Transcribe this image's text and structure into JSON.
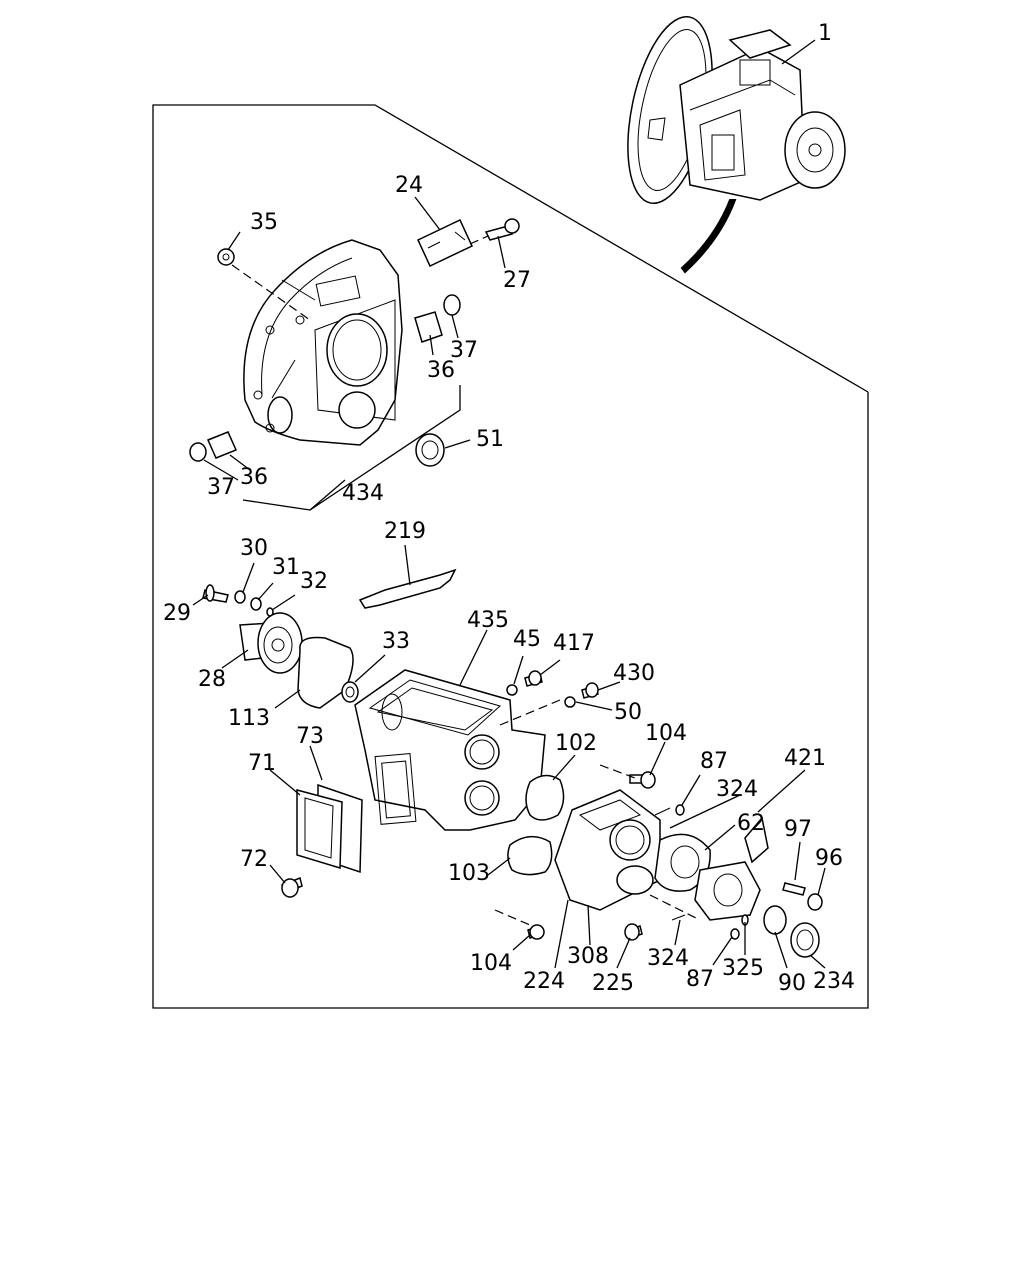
{
  "diagram": {
    "callouts": [
      {
        "id": "c1",
        "text": "1"
      },
      {
        "id": "c24",
        "text": "24"
      },
      {
        "id": "c35",
        "text": "35"
      },
      {
        "id": "c27",
        "text": "27"
      },
      {
        "id": "c37a",
        "text": "37"
      },
      {
        "id": "c36a",
        "text": "36"
      },
      {
        "id": "c51",
        "text": "51"
      },
      {
        "id": "c37b",
        "text": "37"
      },
      {
        "id": "c36b",
        "text": "36"
      },
      {
        "id": "c434",
        "text": "434"
      },
      {
        "id": "c219",
        "text": "219"
      },
      {
        "id": "c30",
        "text": "30"
      },
      {
        "id": "c31",
        "text": "31"
      },
      {
        "id": "c32",
        "text": "32"
      },
      {
        "id": "c29",
        "text": "29"
      },
      {
        "id": "c28",
        "text": "28"
      },
      {
        "id": "c33",
        "text": "33"
      },
      {
        "id": "c113",
        "text": "113"
      },
      {
        "id": "c435",
        "text": "435"
      },
      {
        "id": "c45",
        "text": "45"
      },
      {
        "id": "c417",
        "text": "417"
      },
      {
        "id": "c430",
        "text": "430"
      },
      {
        "id": "c50",
        "text": "50"
      },
      {
        "id": "c73",
        "text": "73"
      },
      {
        "id": "c71",
        "text": "71"
      },
      {
        "id": "c72",
        "text": "72"
      },
      {
        "id": "c102",
        "text": "102"
      },
      {
        "id": "c104a",
        "text": "104"
      },
      {
        "id": "c87a",
        "text": "87"
      },
      {
        "id": "c324a",
        "text": "324"
      },
      {
        "id": "c421",
        "text": "421"
      },
      {
        "id": "c62",
        "text": "62"
      },
      {
        "id": "c97",
        "text": "97"
      },
      {
        "id": "c96",
        "text": "96"
      },
      {
        "id": "c103",
        "text": "103"
      },
      {
        "id": "c104b",
        "text": "104"
      },
      {
        "id": "c224",
        "text": "224"
      },
      {
        "id": "c308",
        "text": "308"
      },
      {
        "id": "c225",
        "text": "225"
      },
      {
        "id": "c324b",
        "text": "324"
      },
      {
        "id": "c87b",
        "text": "87"
      },
      {
        "id": "c325",
        "text": "325"
      },
      {
        "id": "c90",
        "text": "90"
      },
      {
        "id": "c234",
        "text": "234"
      }
    ]
  }
}
